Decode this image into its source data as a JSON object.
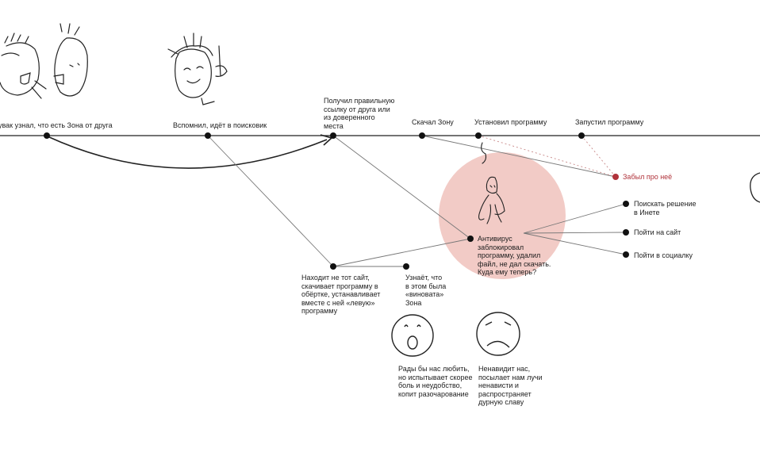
{
  "timeline": [
    {
      "id": "learned",
      "label": "увак узнал, что есть Зона от друга"
    },
    {
      "id": "remembered",
      "label": "Вспомнил, идёт в поисковик"
    },
    {
      "id": "got-link",
      "label": "Получил правильную\nссылку от друга или\nиз доверенного\nместа"
    },
    {
      "id": "downloaded",
      "label": "Скачал Зону"
    },
    {
      "id": "installed",
      "label": "Установил программу"
    },
    {
      "id": "launched",
      "label": "Запустил программу"
    }
  ],
  "branches": {
    "forgot": {
      "label": "Забыл про неё"
    },
    "antivirus": {
      "label": "Антивирус\nзаблокировал\nпрограмму, удалил\nфайл, не дал скачать.\nКуда ему теперь?"
    },
    "options": [
      {
        "id": "search-net",
        "label": "Поискать решение\nв Инете"
      },
      {
        "id": "go-site",
        "label": "Пойти на сайт"
      },
      {
        "id": "go-social",
        "label": "Пойти в социалку"
      }
    ],
    "wrong-site": {
      "label": "Находит не тот сайт,\nскачивает программу в\nобёртке, устанавливает\nвместе с ней «левую»\nпрограмму"
    },
    "learns-guilty": {
      "label": "Узнаёт, что\nв этом была\n«виновата»\nЗона"
    }
  },
  "faces": {
    "shocked": {
      "caption": "Рады бы нас любить,\nно испытывает скорее\nболь и неудобство,\nкопит разочарование"
    },
    "sad": {
      "caption": "Ненавидит нас,\nпосылает нам лучи\nненависти и\nраспространяет\nдурную славу"
    }
  },
  "colors": {
    "ink": "#1a1a1a",
    "line": "#444444",
    "highlight": "#f2cbc6",
    "alert": "#b0323a",
    "dash": "#c98a8a"
  }
}
